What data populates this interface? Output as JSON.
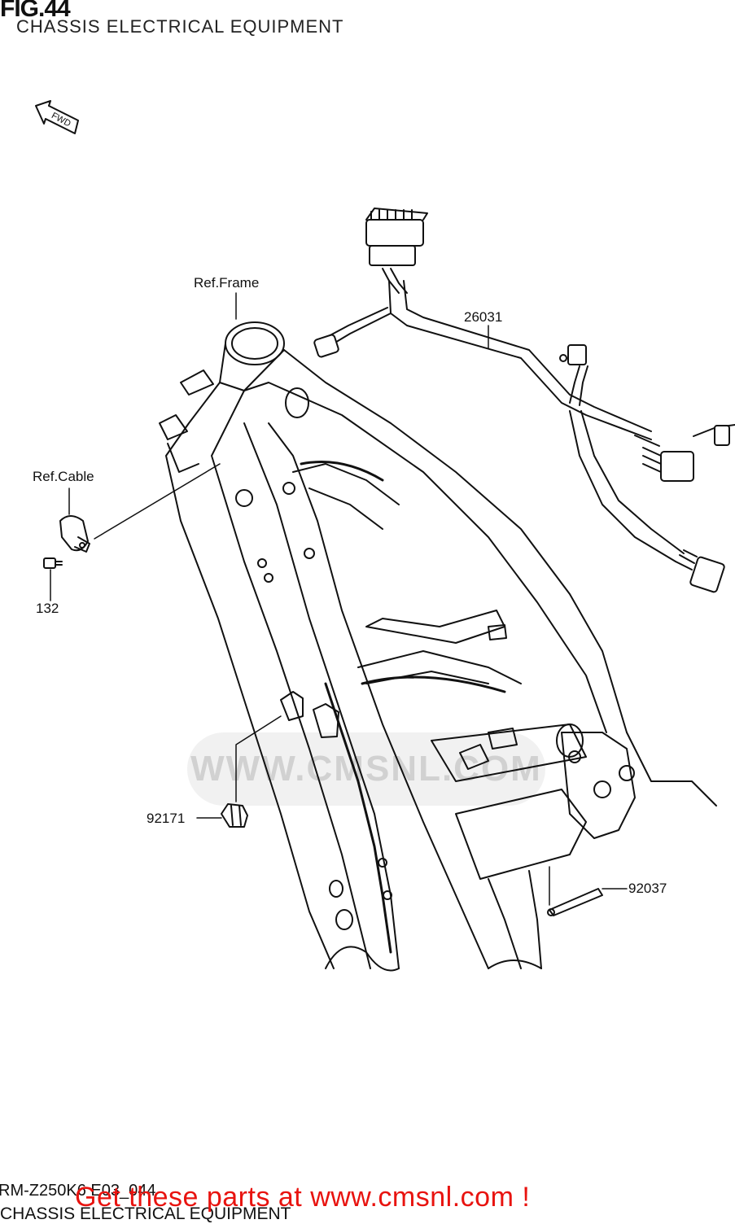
{
  "figure": {
    "number": "FIG.44",
    "title": "CHASSIS ELECTRICAL EQUIPMENT"
  },
  "direction_marker": "FWD",
  "labels": {
    "ref_frame": "Ref.Frame",
    "ref_cable": "Ref.Cable",
    "part_26031": "26031",
    "part_132": "132",
    "part_92171": "92171",
    "part_92037": "92037"
  },
  "watermark": "WWW.CMSNL.COM",
  "footer": {
    "code": "RM-Z250K6 E03_044",
    "title": "CHASSIS ELECTRICAL EQUIPMENT",
    "promo": "Get these parts at www.cmsnl.com !"
  }
}
